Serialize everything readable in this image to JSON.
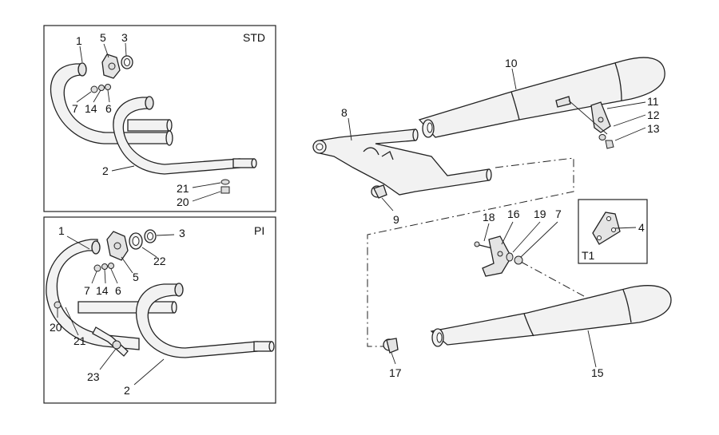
{
  "boxes": {
    "std": {
      "label": "STD"
    },
    "pi": {
      "label": "PI"
    },
    "t1": {
      "label": "T1"
    }
  },
  "callouts": {
    "std": {
      "c1": "1",
      "c5": "5",
      "c3": "3",
      "c7": "7",
      "c14": "14",
      "c6": "6",
      "c2": "2",
      "c21": "21",
      "c20": "20"
    },
    "pi": {
      "c1": "1",
      "c3": "3",
      "c22": "22",
      "c5": "5",
      "c7": "7",
      "c14": "14",
      "c6": "6",
      "c20": "20",
      "c21": "21",
      "c23": "23",
      "c2": "2"
    },
    "main": {
      "c10": "10",
      "c8": "8",
      "c11": "11",
      "c12": "12",
      "c13": "13",
      "c9": "9",
      "c18": "18",
      "c16": "16",
      "c19": "19",
      "c7": "7",
      "c4": "4",
      "c15": "15",
      "c17": "17"
    }
  }
}
